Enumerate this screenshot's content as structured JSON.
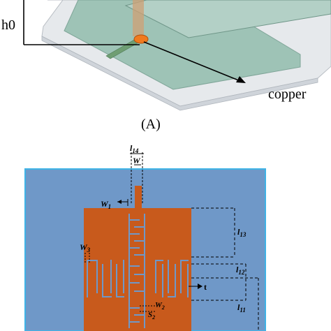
{
  "figure_a": {
    "height_label": "h0",
    "material_label": "copper",
    "caption": "(A)"
  },
  "figure_b": {
    "colors": {
      "substrate": "#6f98c8",
      "copper": "#c85a1c",
      "border": "#3fb3e6",
      "dimension_line": "#000000"
    },
    "labels": {
      "l14": {
        "main": "l",
        "sub": "14"
      },
      "w": {
        "main": "W",
        "sub": ""
      },
      "w1": {
        "main": "W",
        "sub": "1"
      },
      "w3": {
        "main": "W",
        "sub": "3"
      },
      "l13": {
        "main": "l",
        "sub": "13"
      },
      "l12": {
        "main": "l",
        "sub": "12"
      },
      "t": {
        "main": "t",
        "sub": ""
      },
      "w2": {
        "main": "W",
        "sub": "2"
      },
      "s2": {
        "main": "S",
        "sub": "2"
      },
      "l11": {
        "main": "l",
        "sub": "11"
      }
    }
  }
}
